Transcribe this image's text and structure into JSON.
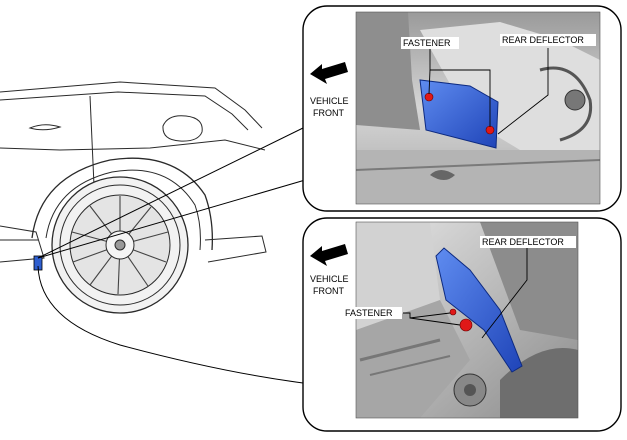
{
  "top_callout": {
    "direction_label_line1": "VEHICLE",
    "direction_label_line2": "FRONT",
    "fastener_label": "FASTENER",
    "deflector_label": "REAR DEFLECTOR",
    "arrow_icon": "left-arrow-icon"
  },
  "bottom_callout": {
    "direction_label_line1": "VEHICLE",
    "direction_label_line2": "FRONT",
    "fastener_label": "FASTENER",
    "deflector_label": "REAR DEFLECTOR",
    "arrow_icon": "left-arrow-icon"
  },
  "colors": {
    "deflector_blue": "#2f5fd0",
    "fastener_red": "#e01818",
    "panel_grey": "#c8c8c8",
    "outline": "#111111"
  }
}
